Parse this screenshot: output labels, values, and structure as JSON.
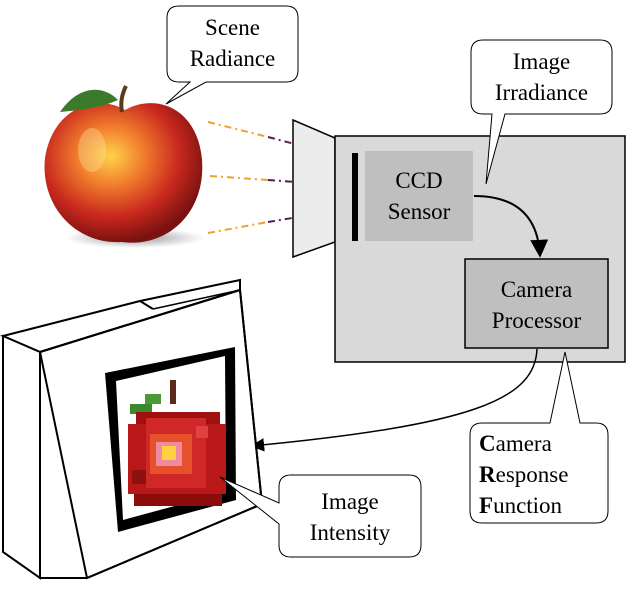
{
  "callouts": {
    "scene_radiance": [
      "Scene",
      "Radiance"
    ],
    "image_irradiance": [
      "Image",
      "Irradiance"
    ],
    "image_intensity": [
      "Image",
      "Intensity"
    ],
    "crf": [
      {
        "initial": "C",
        "rest": "amera"
      },
      {
        "initial": "R",
        "rest": "esponse"
      },
      {
        "initial": "F",
        "rest": "unction"
      }
    ]
  },
  "camera": {
    "sensor": [
      "CCD",
      "Sensor"
    ],
    "processor": [
      "Camera",
      "Processor"
    ]
  },
  "colors": {
    "camera_body": "#d9d9d9",
    "sensor_box": "#bfbfbf",
    "processor_box": "#bfbfbf",
    "ray_orange": "#f0a030",
    "ray_purple": "#5a1a5a",
    "apple_red": "#c8281e"
  },
  "icons": [
    "apple-icon",
    "pixel-apple-icon"
  ]
}
